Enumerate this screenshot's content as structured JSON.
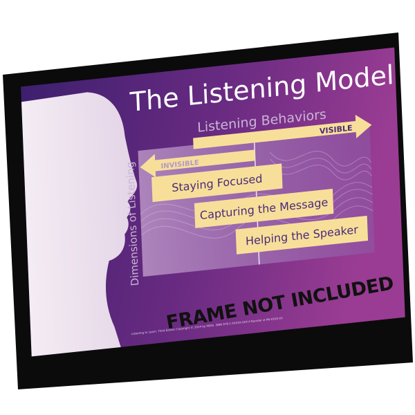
{
  "poster": {
    "title": "The Listening Model",
    "subtitle": "Listening Behaviors",
    "visible_label": "VISIBLE",
    "invisible_label": "INVISIBLE",
    "axis_label": "Dimensions of Listening",
    "steps": [
      "Staying Focused",
      "Capturing the Message",
      "Helping the Speaker"
    ],
    "footer": "Listening to Learn, Third Edition     Copyright © 2014 by MDGi. ISBN 978-1-XXXXX-XXX-X     Reorder # PN-XXXX-XX"
  },
  "notice": "FRAME NOT INCLUDED",
  "colors": {
    "frame": "#0b0b0b",
    "poster_dark": "#3d1f6e",
    "poster_light": "#9a3c93",
    "box_fill": "#f7df9a",
    "box_text": "#4a2a78"
  }
}
